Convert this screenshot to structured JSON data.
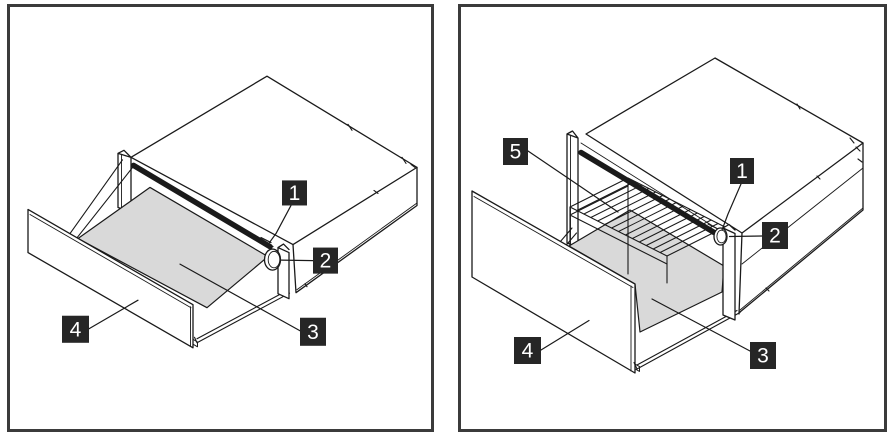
{
  "colors": {
    "background": "#ffffff",
    "line": "#1a1a1a",
    "surface_gray": "#d9d9d9",
    "label_bg": "#262626",
    "label_text": "#ffffff",
    "panel_border": "#3b3b3b"
  },
  "panels": {
    "left": {
      "callouts": [
        {
          "num": "1"
        },
        {
          "num": "2"
        },
        {
          "num": "3"
        },
        {
          "num": "4"
        }
      ]
    },
    "right": {
      "callouts": [
        {
          "num": "1"
        },
        {
          "num": "2"
        },
        {
          "num": "3"
        },
        {
          "num": "4"
        },
        {
          "num": "5"
        }
      ]
    }
  }
}
